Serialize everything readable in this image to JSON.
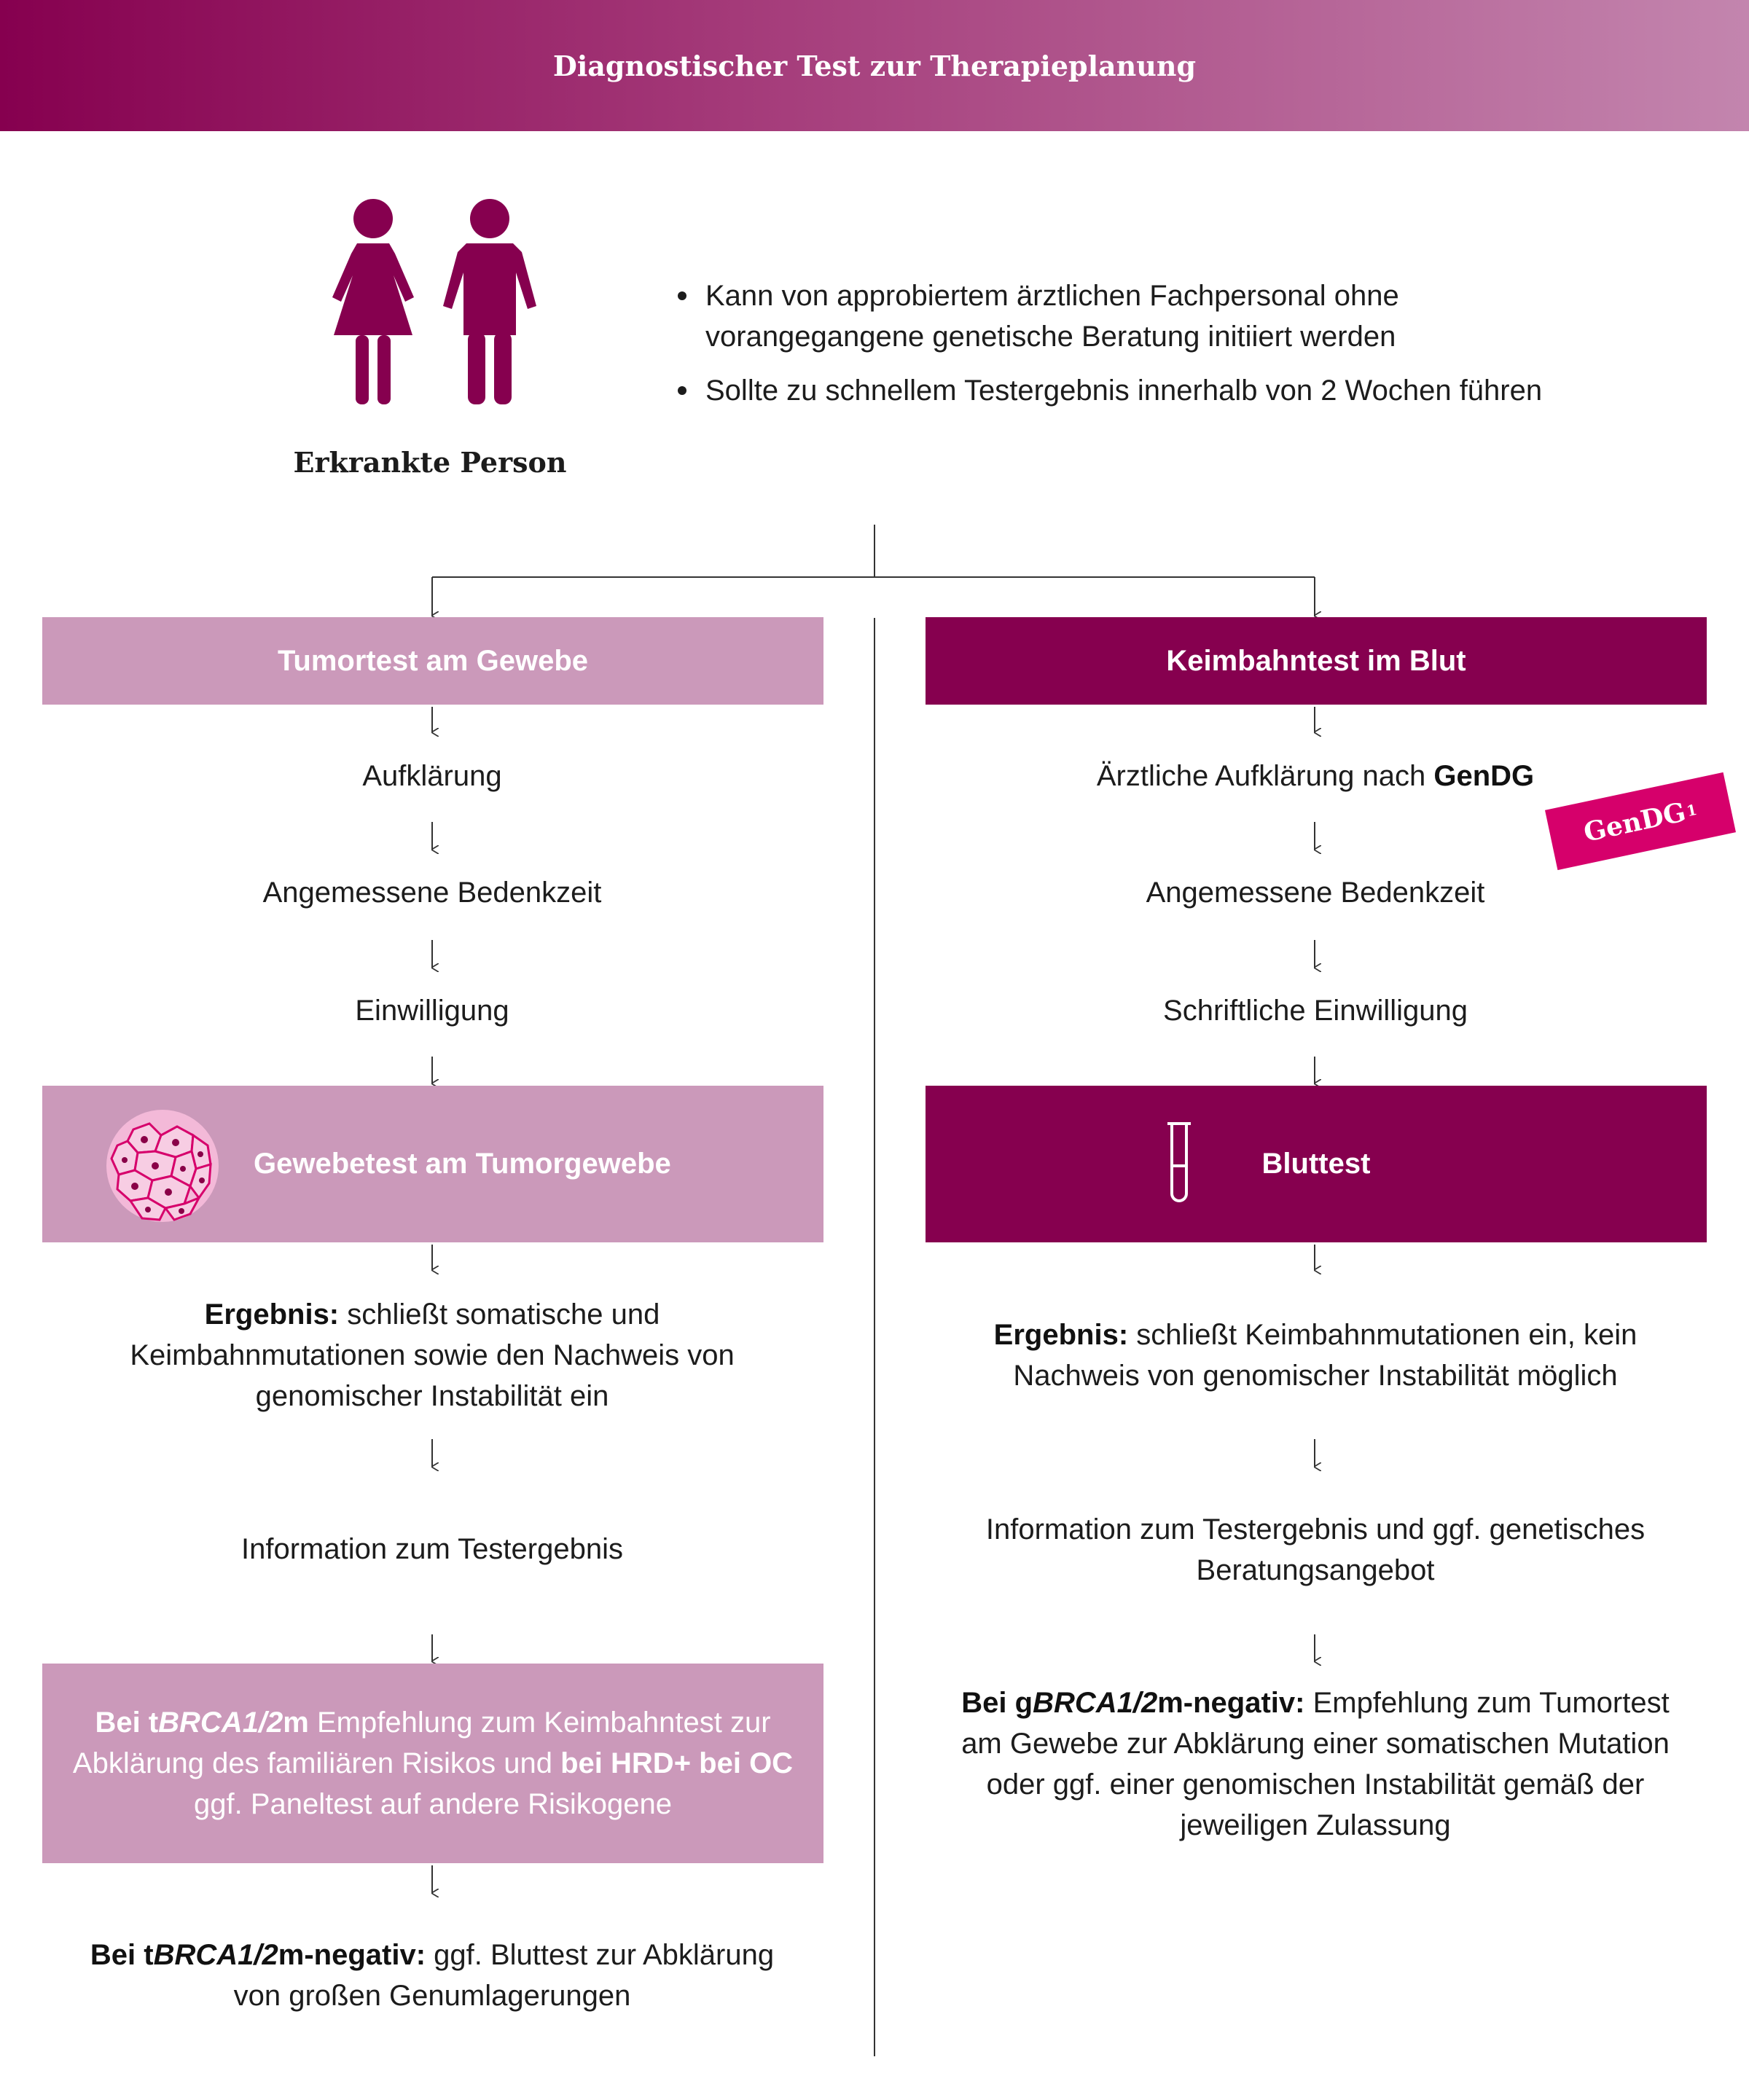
{
  "header": {
    "title": "Diagnostischer Test zur Therapieplanung"
  },
  "person": {
    "label": "Erkrankte Person"
  },
  "bullets": [
    "Kann von approbiertem ärztlichen Fachpersonal ohne vorangegangene genetische Beratung initiiert werden",
    "Sollte zu schnellem Testergebnis innerhalb von 2 Wochen führen"
  ],
  "left": {
    "title": "Tumortest am Gewebe",
    "step1": "Aufklärung",
    "step2": "Angemessene Bedenkzeit",
    "step3": "Einwilligung",
    "test": "Gewebetest am Tumorgewebe",
    "result_bold": "Ergebnis:",
    "result_text": " schließt somatische und Keimbahnmutationen sowie den Nachweis von genomischer Instabilität ein",
    "info": "Information zum Testergebnis",
    "rec1_b1": "Bei t",
    "rec1_b2": "BRCA1/2",
    "rec1_b3": "m",
    "rec1_t1": " Empfehlung zum Keimbahntest zur Abklärung des familiären Risikos und ",
    "rec1_b4": "bei HRD+ bei OC",
    "rec1_t2": " ggf. Paneltest auf andere Risikogene",
    "rec2_b1": "Bei t",
    "rec2_b2": "BRCA1/2",
    "rec2_b3": "m-negativ:",
    "rec2_t": " ggf. Bluttest zur Abklärung von großen Genumlagerungen"
  },
  "right": {
    "title": "Keimbahntest im Blut",
    "step1_text": "Ärztliche Aufklärung nach ",
    "step1_bold": "GenDG",
    "step2": "Angemessene Bedenkzeit",
    "step3": "Schriftliche Einwilligung",
    "test": "Bluttest",
    "result_bold": "Ergebnis:",
    "result_text": " schließt Keimbahnmutationen ein, kein Nachweis von genomischer Instabilität möglich",
    "info": "Information zum Testergebnis und ggf. genetisches Beratungsangebot",
    "rec_b1": "Bei g",
    "rec_b2": "BRCA1/2",
    "rec_b3": "m-negativ:",
    "rec_t": " Empfehlung zum Tumortest am Gewebe zur Abklärung einer somatischen Mutation oder ggf. einer genomischen Instabilität gemäß der jeweiligen Zulassung"
  },
  "badge": {
    "text": "GenDG",
    "sup": "1"
  },
  "colors": {
    "dark": "#86004f",
    "light": "#cb99ba",
    "badge": "#d6006b"
  }
}
